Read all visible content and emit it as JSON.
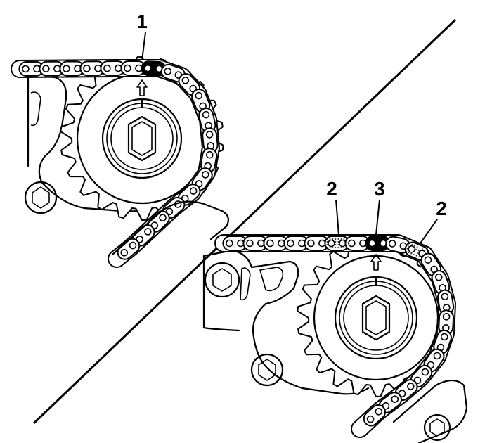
{
  "diagram": {
    "callouts": {
      "top_link": "1",
      "left_marked_link": "2",
      "center_link": "3",
      "right_marked_link": "2"
    },
    "colors": {
      "ink": "#000000",
      "paper": "#ffffff",
      "marked_link_fill": "#bdbdbd",
      "timing_link_fill": "#000000"
    },
    "icons": {
      "top_marker": "up-arrow-icon",
      "bottom_marker": "up-arrow-icon"
    }
  }
}
